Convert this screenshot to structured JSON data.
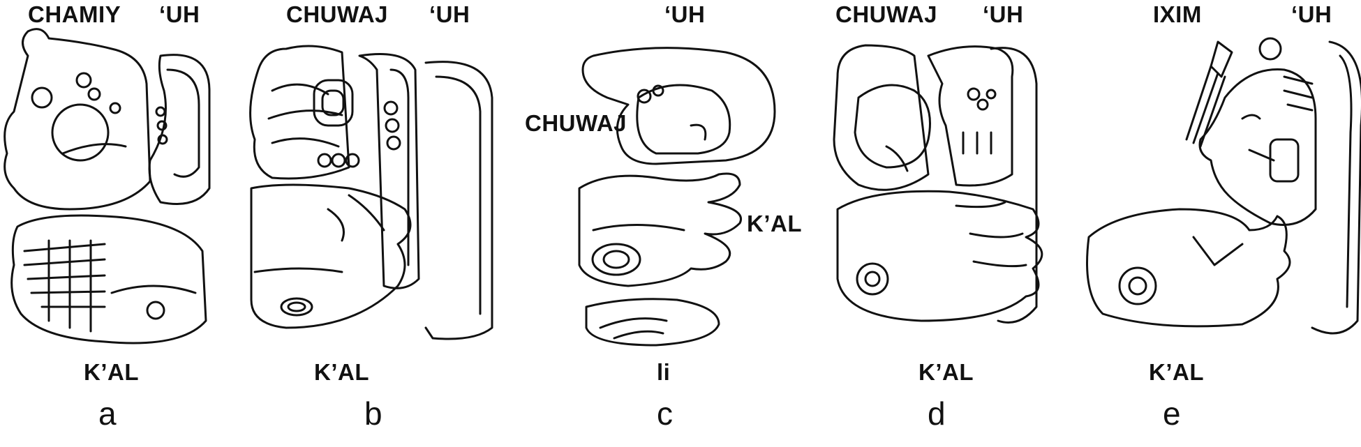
{
  "figure": {
    "panels": [
      {
        "id": "a",
        "letter": "a",
        "top_labels": [
          "CHAMIY",
          "‘UH"
        ],
        "bottom_label": "K’AL"
      },
      {
        "id": "b",
        "letter": "b",
        "top_labels": [
          "CHUWAJ",
          "‘UH"
        ],
        "bottom_label": "K’AL"
      },
      {
        "id": "c",
        "letter": "c",
        "top_labels": [
          "‘UH"
        ],
        "side_labels": [
          "CHUWAJ",
          "K’AL"
        ],
        "bottom_label": "li"
      },
      {
        "id": "d",
        "letter": "d",
        "top_labels": [
          "CHUWAJ",
          "‘UH"
        ],
        "bottom_label": "K’AL"
      },
      {
        "id": "e",
        "letter": "e",
        "top_labels": [
          "IXIM",
          "‘UH"
        ],
        "bottom_label": "K’AL"
      }
    ]
  },
  "style": {
    "ink": "#111111",
    "background": "#ffffff"
  }
}
